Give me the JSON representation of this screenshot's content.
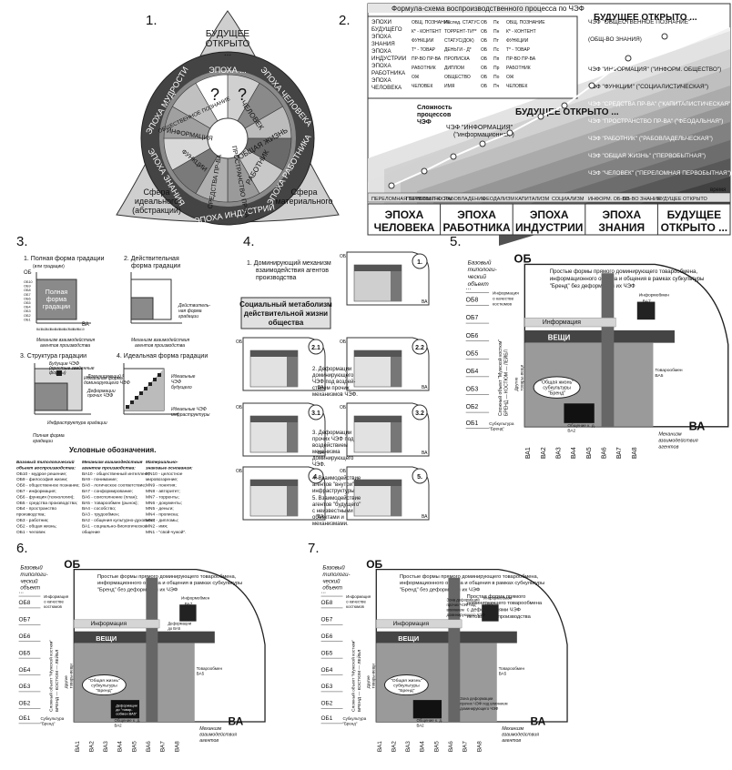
{
  "panel_numbers": [
    "1.",
    "2.",
    "3.",
    "4.",
    "5.",
    "6.",
    "7."
  ],
  "p1": {
    "future": [
      "БУДУЩЕЕ",
      "ОТКРЫТО",
      "..."
    ],
    "ring_epochs": [
      "ЭПОХА ...",
      "ЭПОХА ЧЕЛОВЕКА",
      "ЭПОХА РАБОТНИКА",
      "ЭПОХА ИНДУСТРИИ",
      "ЭПОХА ЗНАНИЯ",
      "ЭПОХА МУДРОСТИ"
    ],
    "inner_labels": [
      "ЧЕЛОВЕК",
      "ОБЩАЯ ЖИЗНЬ",
      "РАБОТНИК",
      "ПРОСТРАНСТВО ПР-ВА",
      "СРЕДСТВА ПР-ВА",
      "ФУНКЦИИ",
      "ИНФОРМАЦИЯ",
      "ОБЩЕСТВЕННОЕ ПОЗНАНИЕ"
    ],
    "unknown": [
      "?",
      "?"
    ],
    "sphere_ideal": [
      "Сфера",
      "идеального",
      "(абстракций)"
    ],
    "sphere_material": [
      "Сфера",
      "материального"
    ]
  },
  "p2": {
    "title": "Формула-схема воспроизводственного процесса по ЧЭФ",
    "future_top": "БУДУЩЕЕ ОТКРЫТО ...",
    "future_mid": "БУДУЩЕЕ ОТКРЫТО ...",
    "complexity": [
      "Сложность",
      "процессов",
      "ЧЭФ"
    ],
    "info_label": [
      "ЧЭФ \"ИНФОРМАЦИЯ\"",
      "(\"информационная\")"
    ],
    "left_epochs": [
      "ЭПОХИ",
      "БУДУЩЕГО",
      "ЭПОХА",
      "ЗНАНИЯ",
      "ЭПОХА",
      "ИНДУСТРИИ",
      "ЭПОХА",
      "РАБОТНИКА",
      "ЭПОХА",
      "ЧЕЛОВЕКА"
    ],
    "table_cols": [
      [
        "ОБЩ. ПОЗНАНИЕ",
        "К* - КОНТЕНТ",
        "ФУНКЦИИ",
        "Т* - ТОВАР",
        "ПР-ВО ПР-ВА",
        "РАБОТНИК",
        "ОЖ",
        "ЧЕЛОВЕК"
      ],
      [
        "Исслед. СТАТУС",
        "ТОРРЕНТ-ТИ**",
        "СТАТУС(ДОК)",
        "ДЕНЬГИ - Д*",
        "ПРОПИСКА",
        "ДИПЛОМ",
        "ОБЩЕСТВО",
        "ИМЯ"
      ],
      [
        "ОБ",
        "ОБ",
        "ОБ",
        "ОБ",
        "ОБ",
        "ОБ",
        "ОБ",
        "ОБ"
      ],
      [
        "Пк",
        "Пн",
        "Пт",
        "Пс",
        "Пп",
        "Пр",
        "По",
        "Пч"
      ],
      [
        "ОБЩ. ПОЗНАНИЕ",
        "К* - КОНТЕНТ",
        "ФУНКЦИИ",
        "Т* - ТОВАР",
        "ПР-ВО ПР-ВА",
        "РАБОТНИК",
        "ОЖ",
        "ЧЕЛОВЕК"
      ]
    ],
    "bands": [
      "ЧЭФ \"ОБЩЕСТВЕННОЕ ПОЗНАНИЕ\"",
      "(ОБЩ-ВО ЗНАНИЯ)",
      "ЧЭФ \"ИНФОРМАЦИЯ\" (\"ИНФОРМ. ОБЩЕСТВО\")",
      "ЧЭФ \"ФУНКЦИИ\" (\"СОЦИАЛИСТИЧЕСКАЯ\")",
      "ЧЭФ \"СРЕДСТВА ПР-ВА\" (\"КАПИТАЛИСТИЧЕСКАЯ\")",
      "ЧЭФ \"ПРОСТРАНСТВО ПР-ВА\" (\"ФЕОДАЛЬНАЯ\")",
      "ЧЭФ \"РАБОТНИК\" (\"РАБОВЛАДЕЛЬЧЕСКАЯ\")",
      "ЧЭФ \"ОБЩАЯ ЖИЗНЬ\" (\"ПЕРВОБЫТНАЯ\")",
      "ЧЭФ \"ЧЕЛОВЕК\" (\"ПЕРЕЛОМНАЯ ПЕРВОБЫТНАЯ\")"
    ],
    "timeline": [
      "ПЕРЕЛОМНАЯ ПЕРВОБЫТН.",
      "ПЕРВОБЫТНОСТЬ",
      "РАБОВЛАДЕНИЕ",
      "ФЕОДАЛИЗМ",
      "КАПИТАЛИЗМ",
      "СОЦИАЛИЗМ",
      "ИНФОРМ. ОБ-ВО",
      "ОБ-ВО ЗНАНИЯ",
      "БУДУЩЕЕ ОТКРЫТО"
    ],
    "time_label": "время",
    "epoch_row": [
      [
        "ЭПОХА",
        "ЧЕЛОВЕКА"
      ],
      [
        "ЭПОХА",
        "РАБОТНИКА"
      ],
      [
        "ЭПОХА",
        "ИНДУСТРИИ"
      ],
      [
        "ЭПОХА",
        "ЗНАНИЯ"
      ],
      [
        "БУДУЩЕЕ",
        "ОТКРЫТО ..."
      ]
    ]
  },
  "p3": {
    "h1": "1. Полная форма градации",
    "h1sub": "(или градации)",
    "h2": [
      "2. Действительная",
      "форма градации"
    ],
    "h3": "3. Структура градации",
    "h4": "4. Идеальная форма градации",
    "full_box": [
      "Полная",
      "форма",
      "градации"
    ],
    "ob_axis": "ОБ",
    "va_axis": "ВА",
    "ob_labels": [
      "ОБ10",
      "ОБ9",
      "ОБ8",
      "ОБ7",
      "ОБ6",
      "ОБ5",
      "ОБ4",
      "ОБ3",
      "ОБ2",
      "ОБ1"
    ],
    "va_labels": [
      "ВА1",
      "ВА2",
      "ВА3",
      "ВА4",
      "ВА5",
      "ВА6",
      "ВА7",
      "ВА8",
      "ВА9",
      "ВА10"
    ],
    "mech": [
      "Механизм взаимодействия",
      "агентов производства"
    ],
    "real_form": [
      "Действитель-",
      "ная форма",
      "градации"
    ],
    "struct_notes": [
      "Будущие ЧЭФ",
      "(простые зведенные",
      "формы)",
      "Доминирующий ЧЭФ",
      "Деформации",
      "прочих ЧЭФ",
      "Инфраструктура градации",
      "Полная форма",
      "градации"
    ],
    "ideal_notes": [
      "Идеальная форма",
      "доминирующего ЧЭФ",
      "Идеальные",
      "ЧЭФ",
      "будущего",
      "Идеальные ЧЭФ",
      "инфраструктуры"
    ],
    "legend_title": "Условные обозначения.",
    "legend_cols": [
      [
        "Базовый типологический",
        "объект воспроизводства:",
        "ОБ10 - мудрое решение;",
        "ОБ9 - философия жизни;",
        "ОБ8 - общественное познание;",
        "ОБ7 - информация;",
        "ОБ6 - функция (технология);",
        "ОБ5 - средства производства;",
        "ОБ4 - пространство",
        "производства;",
        "ОБ3 - работник;",
        "ОБ2 - общая жизнь;",
        "ОБ1 - человек"
      ],
      [
        "Механизм взаимодействия",
        "агентов производства:",
        "ВА10 - общественный интеллект;",
        "ВА9 - понимание;",
        "ВА8 - логическое соответствие;",
        "ВА7 - сонформирование;",
        "ВА6 - соисполнение (план);",
        "ВА5 - товарообмен (рынок);",
        "ВА4 - сособство;",
        "ВА3 - трудообмен;",
        "ВА2 - общения культурно-духовное;",
        "ВА1 - социально-биологическое",
        "общение"
      ],
      [
        "Материально-",
        "знаковые основания:",
        "MN10 - целостное",
        "мировоззрение;",
        "MN9 - понятия;",
        "MN8 - авторитет;",
        "MN7 - торренты;",
        "MN6 - документы;",
        "MN5 - деньги;",
        "MN4 - прописка;",
        "MN3 - дипломы;",
        "MN2 - имя;",
        "MN1 - \"свой-чужой\"."
      ]
    ]
  },
  "p4": {
    "head": [
      "1. Доминирующий механизм",
      "взаимодействия агентов",
      "производства"
    ],
    "social": [
      "Социальный метаболизм",
      "действительной жизни",
      "общества"
    ],
    "ob": "ОБ",
    "va": "ВА",
    "circles": [
      "1.",
      "2.1",
      "2.2",
      "3.1",
      "3.2",
      "4.",
      "5."
    ],
    "t2": [
      "2. Деформации",
      "доминирующего",
      "ЧЭФ под воздей-",
      "ствием прочих",
      "механизмов ЧЭФ."
    ],
    "t3": [
      "3. Деформации",
      "прочих ЧЭФ под",
      "воздействием",
      "механизма",
      "доминирующего",
      "ЧЭФ."
    ],
    "t4": [
      "4. Взаимодействие",
      "агентов \"внутри\"",
      "инфраструктуры"
    ],
    "t5": [
      "5. Взаимодействие",
      "агентов \"будущего\"",
      "с неизвестными",
      "объектами и",
      "механизмами."
    ]
  },
  "p5": {
    "title": [
      "Простые формы прямого доминирующего товарообмена,",
      "информационного обмена и общения в рамках субкультуры",
      "\"Бренд\" без деформаций их ЧЭФ"
    ],
    "base": [
      "Базовый",
      "типологи-",
      "ческий",
      "объект"
    ],
    "ob_axis": "ОБ",
    "va_axis": "ВА",
    "ob_labels": [
      "...",
      "ОБ8",
      "ОБ7",
      "ОБ6",
      "ОБ5",
      "ОБ4",
      "ОБ3",
      "ОБ2",
      "ОБ1"
    ],
    "va_labels": [
      "ВА1",
      "ВА2",
      "ВА3",
      "ВА4",
      "ВА5",
      "ВА6",
      "ВА7",
      "ВА8"
    ],
    "info_kost": [
      "Информация",
      "о качестве",
      "костюмов"
    ],
    "info": "Информация",
    "veshchi": "ВЕЩИ",
    "infobmen": [
      "Информобмен",
      "ВА7"
    ],
    "tovar": [
      "Товарообмен",
      "ВА5"
    ],
    "complex": [
      "Сложный объект \"Мужской костюм\"",
      "БРЕНД — КОСТЮМ — ЛЕЙБЛ"
    ],
    "other_goods": [
      "Другие",
      "товары-вещи"
    ],
    "obshch": [
      "\"Общая жизнь\"",
      "субкультуры",
      "\"Бренд\""
    ],
    "subcult": [
      "Субкультура",
      "\"Бренд\""
    ],
    "obshch_kd": [
      "Общение к. д.",
      "ВА2"
    ],
    "mech": [
      "Механизм",
      "взаимодействия",
      "агентов"
    ]
  },
  "p6": {
    "deform": [
      "Деформации",
      "до ВА5"
    ],
    "deform2": [
      "Деформации",
      "до \"товар-",
      "ообмен ВА5\""
    ]
  },
  "p7": {
    "title2": [
      "Простая форма прямого",
      "доминирующего товарообмена",
      "с деформациями ЧЭФ",
      "нетоварного производства"
    ],
    "zone1": [
      "Зона деформаций",
      "прочих ЧЭФ под",
      "влиянием",
      "доминирующего ЧЭФ"
    ],
    "zone2": [
      "Зона деформации",
      "прочих ЧЭФ под влиянием",
      "доминирующего ЧЭФ"
    ],
    "tovar": "Товарообмен ВА5"
  }
}
